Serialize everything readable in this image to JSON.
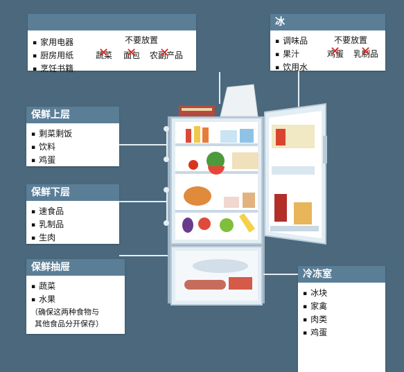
{
  "top_left": {
    "items": [
      "家用电器",
      "厨房用纸",
      "烹饪书籍"
    ],
    "avoid_title": "不要放置",
    "avoid_items": [
      "蔬菜",
      "面包",
      "农副产品"
    ]
  },
  "top_right": {
    "title": "冰",
    "items": [
      "调味品",
      "果汁",
      "饮用水"
    ],
    "avoid_title": "不要放置",
    "avoid_items": [
      "鸡蛋",
      "乳制品"
    ]
  },
  "upper": {
    "title": "保鲜上层",
    "items": [
      "剩菜剩饭",
      "饮料",
      "鸡蛋"
    ]
  },
  "lower": {
    "title": "保鲜下层",
    "items": [
      "速食品",
      "乳制品",
      "生肉"
    ]
  },
  "drawer": {
    "title": "保鲜抽屉",
    "items": [
      "蔬菜",
      "水果"
    ],
    "note": [
      "（确保这两种食物与",
      "其他食品分开保存）"
    ]
  },
  "freezer": {
    "title": "冷冻室",
    "items": [
      "冰块",
      "家禽",
      "肉类",
      "鸡蛋"
    ]
  },
  "colors": {
    "background": "#4b687d",
    "header": "#5b7e97",
    "fridge": "#dfe9f1",
    "cross": "#d9251c"
  }
}
